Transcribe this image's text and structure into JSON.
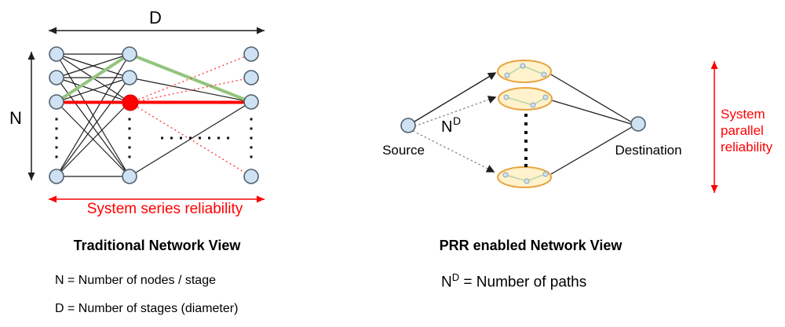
{
  "colors": {
    "red": "#ff0000",
    "red_dotted": "#ff4040",
    "green": "#93c47d",
    "inner_green": "#b6d7a8",
    "edge": "#1f1f1f",
    "node_fill": "#cfe2f3",
    "node_stroke": "#51616d",
    "ellipse_fill": "#fff2cc",
    "ellipse_stroke": "#e8a33d",
    "dotted_gray": "#8c8c8c",
    "dot": "#111111"
  },
  "left": {
    "diameter_label": "D",
    "nodes_label": "N",
    "series_reliability_label": "System series reliability",
    "title": "Traditional Network View",
    "definition_n": "N = Number of nodes / stage",
    "definition_d": "D = Number of stages (diameter)"
  },
  "right": {
    "source_label": "Source",
    "destination_label": "Destination",
    "paths_base": "N",
    "paths_sup": "D",
    "parallel_reliability_lines": [
      "System",
      "parallel",
      "reliability"
    ],
    "title": "PRR enabled Network View",
    "definition_base": "N",
    "definition_sup": "D",
    "definition_rest": " = Number of paths"
  }
}
